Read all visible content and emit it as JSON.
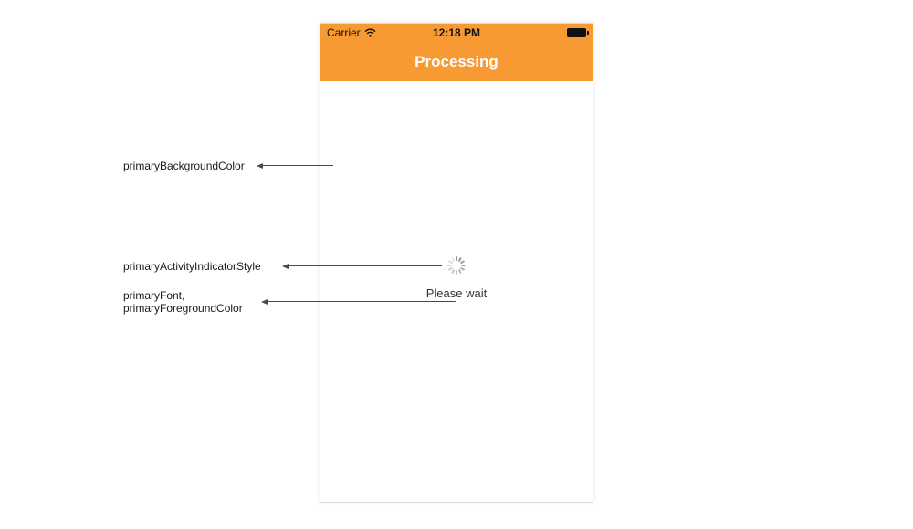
{
  "phone": {
    "status_bar": {
      "carrier": "Carrier",
      "time": "12:18 PM",
      "wifi_icon": "wifi-signal",
      "battery_icon": "battery-full"
    },
    "nav_bar": {
      "title": "Processing",
      "background": "#F79A33",
      "text_color": "#FFFFFF"
    },
    "body": {
      "message": "Please wait",
      "background": "#FFFFFF",
      "text_color": "#333333",
      "activity_indicator_color": "#8F8F8F"
    }
  },
  "annotations": [
    {
      "label": "primaryBackgroundColor"
    },
    {
      "label": "primaryActivityIndicatorStyle"
    },
    {
      "label_line1": "primaryFont,",
      "label_line2": "primaryForegroundColor"
    }
  ]
}
